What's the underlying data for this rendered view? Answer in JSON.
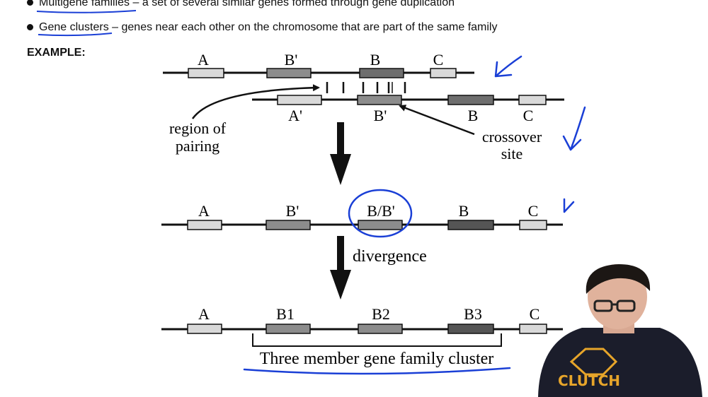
{
  "bullets": [
    {
      "term": "Multigene families",
      "text": " – a set of several similar genes formed through gene duplication"
    },
    {
      "term": "Gene clusters",
      "text": " – genes near each other on the chromosome that are part of the same family"
    }
  ],
  "example_label": "EXAMPLE:",
  "diagram": {
    "row1_top": [
      "A",
      "B'",
      "B",
      "C"
    ],
    "row1_bottom": [
      "A'",
      "B'",
      "B",
      "C"
    ],
    "region_of_pairing": [
      "region of",
      "pairing"
    ],
    "crossover_site": [
      "crossover",
      "site"
    ],
    "row2": [
      "A",
      "B'",
      "B/B'",
      "B",
      "C"
    ],
    "divergence": "divergence",
    "row3": [
      "A",
      "B1",
      "B2",
      "B3",
      "C"
    ],
    "cluster_label": "Three member gene family cluster"
  },
  "presenter": {
    "shirt_logo": "CLUTCH"
  },
  "colors": {
    "ink_blue": "#1a3fd6",
    "gene_light": "#d9d9d9",
    "gene_mid": "#8c8c8c",
    "gene_dark": "#555555"
  }
}
